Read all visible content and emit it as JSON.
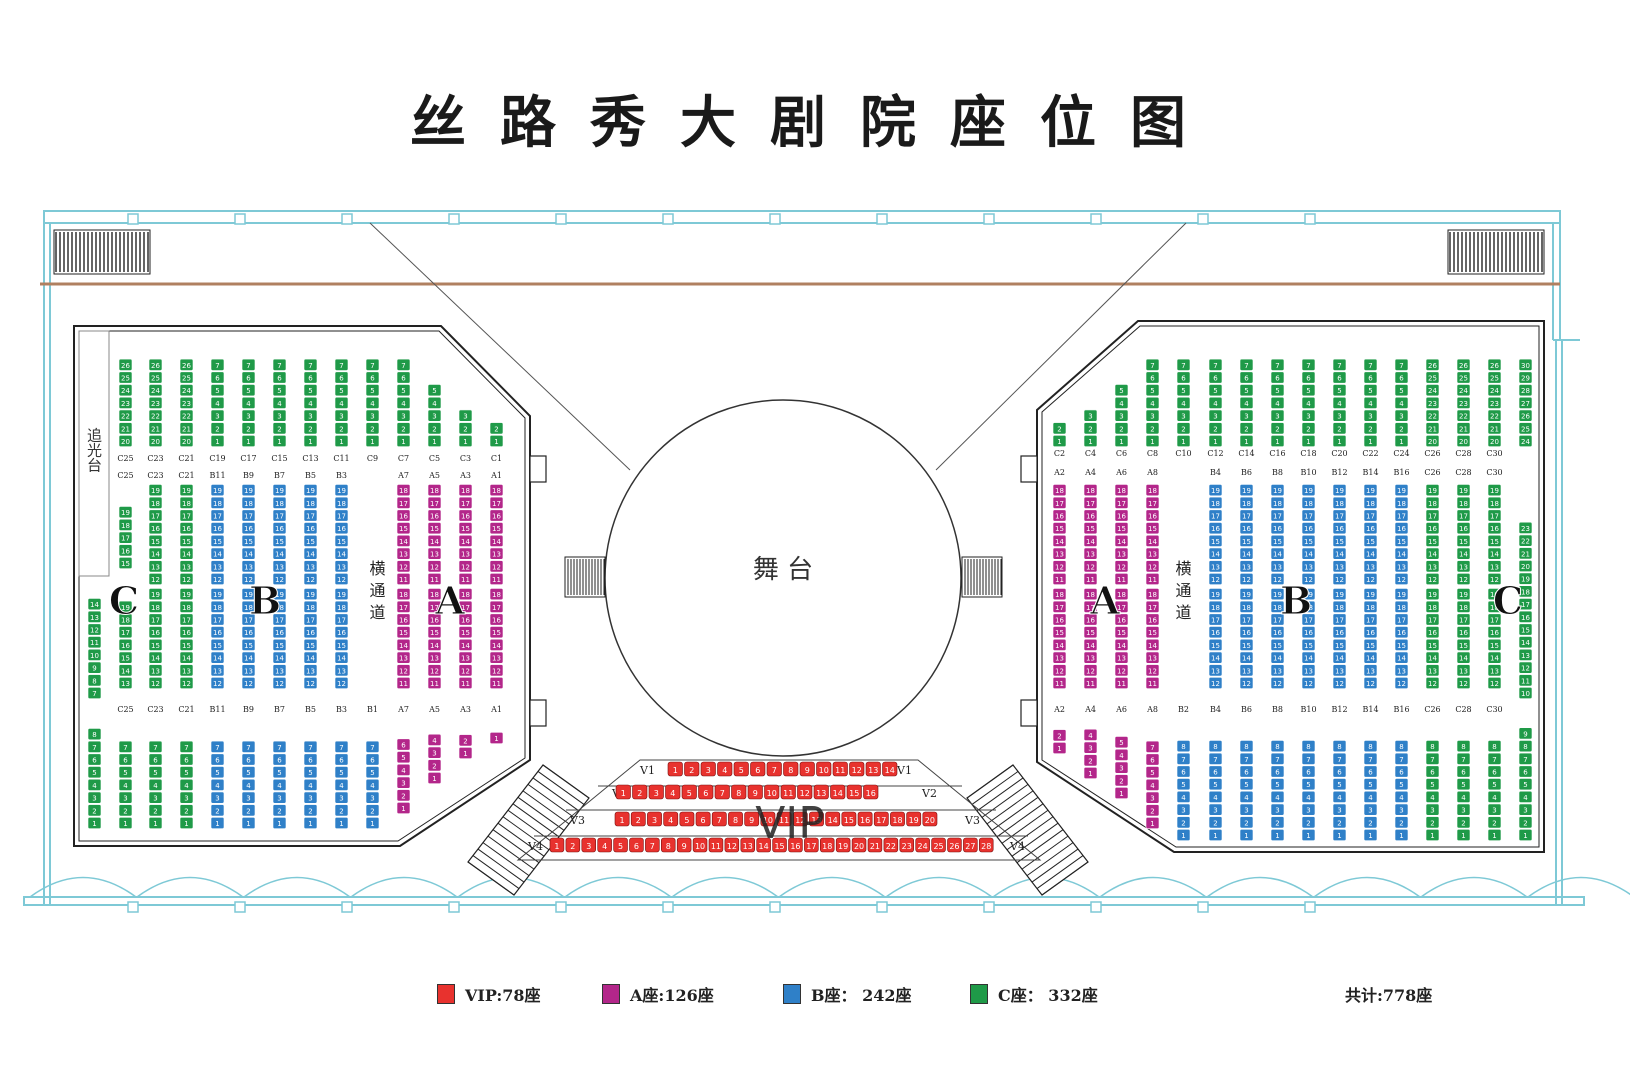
{
  "title": "丝路秀大剧院座位图",
  "stage_label": "舞 台",
  "vip_label": "VIP",
  "aisle_label": "横通道",
  "spotlight_label": "追光台",
  "section_letters": {
    "a": "A",
    "b": "B",
    "c": "C"
  },
  "vip_rows": [
    {
      "label": "V1",
      "seats": 14
    },
    {
      "label": "V2",
      "seats": 16
    },
    {
      "label": "V3",
      "seats": 20
    },
    {
      "label": "V4",
      "seats": 28
    }
  ],
  "col_labels_upper": {
    "left": [
      "C25",
      "C23",
      "C21",
      "C19",
      "C17",
      "C15",
      "C13",
      "C11",
      "C9",
      "C7",
      "C5",
      "C3",
      "C1"
    ],
    "right": [
      "C2",
      "C4",
      "C6",
      "C8",
      "C10",
      "C12",
      "C14",
      "C16",
      "C18",
      "C20",
      "C22",
      "C24",
      "C26",
      "C28",
      "C30"
    ]
  },
  "col_labels_mid": {
    "left": [
      "C25",
      "C23",
      "C21",
      "B11",
      "B9",
      "B7",
      "B5",
      "B3",
      "",
      "A7",
      "A5",
      "A3",
      "A1"
    ],
    "right": [
      "A2",
      "A4",
      "A6",
      "A8",
      "",
      "B4",
      "B6",
      "B8",
      "B10",
      "B12",
      "B14",
      "B16",
      "C26",
      "C28",
      "C30"
    ]
  },
  "col_labels_lower": {
    "left": [
      "C25",
      "C23",
      "C21",
      "B11",
      "B9",
      "B7",
      "B5",
      "B3",
      "B1",
      "A7",
      "A5",
      "A3",
      "A1"
    ],
    "right": [
      "A2",
      "A4",
      "A6",
      "A8",
      "B2",
      "B4",
      "B6",
      "B8",
      "B10",
      "B12",
      "B14",
      "B16",
      "C26",
      "C28",
      "C30"
    ]
  },
  "colors": {
    "vip": "#e8322e",
    "a": "#b3268a",
    "b": "#2f80c8",
    "c": "#1f9a48",
    "frame": "#7ec9d6"
  },
  "legend": [
    {
      "key": "vip",
      "label": "VIP:78座"
    },
    {
      "key": "a",
      "label": "A座:126座"
    },
    {
      "key": "b",
      "label": "B座： 242座"
    },
    {
      "key": "c",
      "label": "C座： 332座"
    }
  ],
  "total": "共计:778座"
}
